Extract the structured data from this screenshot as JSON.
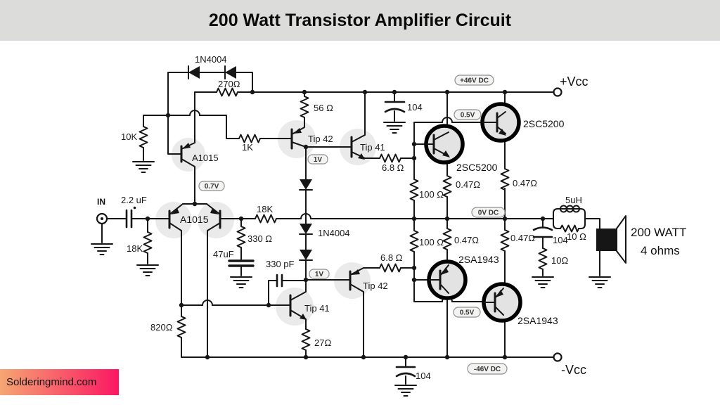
{
  "title": "200 Watt Transistor Amplifier Circuit",
  "watermark": "Solderingmind.com",
  "colors": {
    "banner_bg": "#dcdcda",
    "watermark_gradient_left": "#f5a673",
    "watermark_gradient_right": "#fb1762",
    "wire": "#161616",
    "badge_fill": "#f3f3f1"
  },
  "badges": {
    "rail_pos": "+46V DC",
    "rail_mid": "0V DC",
    "rail_neg": "-46V DC",
    "vbe": "0.7V",
    "bias_top": "1V",
    "bias_bot": "1V",
    "vq_top": "0.5V",
    "vq_bot": "0.5V"
  },
  "labels": {
    "vcc_pos": "+Vcc",
    "vcc_neg": "-Vcc",
    "in": "IN",
    "c_in": "2.2 uF",
    "r_in_gnd": "18K",
    "pair": "A1015",
    "q_src": "A1015",
    "d_bias": "1N4004",
    "r270": "270Ω",
    "r10k": "10K",
    "r1k": "1K",
    "r56": "56 Ω",
    "q_predrv": "Tip 42",
    "q_drv_top": "Tip 41",
    "c_dec_top": "104",
    "r68_top": "6.8 Ω",
    "r100_top": "100 Ω",
    "r047_t1": "0.47Ω",
    "r047_t2": "0.47Ω",
    "q_out_t1": "2SC5200",
    "q_out_t2": "2SC5200",
    "r18k_fb": "18K",
    "r330": "330 Ω",
    "c47": "47uF",
    "c330p": "330 pF",
    "d_chain": "1N4004",
    "q_vas": "Tip 41",
    "q_drv_bot": "Tip 42",
    "r68_bot": "6.8 Ω",
    "r100_bot": "100 Ω",
    "r047_b1": "0.47Ω",
    "r047_b2": "0.47Ω",
    "q_out_b1": "2SA1943",
    "q_out_b2": "2SA1943",
    "r820": "820Ω",
    "r27": "27Ω",
    "c_dec_bot": "104",
    "ind": "5uH",
    "r_ind": "10 Ω",
    "c_zobel": "104",
    "r_zobel": "10Ω",
    "spk_power": "200 WATT",
    "spk_ohms": "4 ohms"
  }
}
